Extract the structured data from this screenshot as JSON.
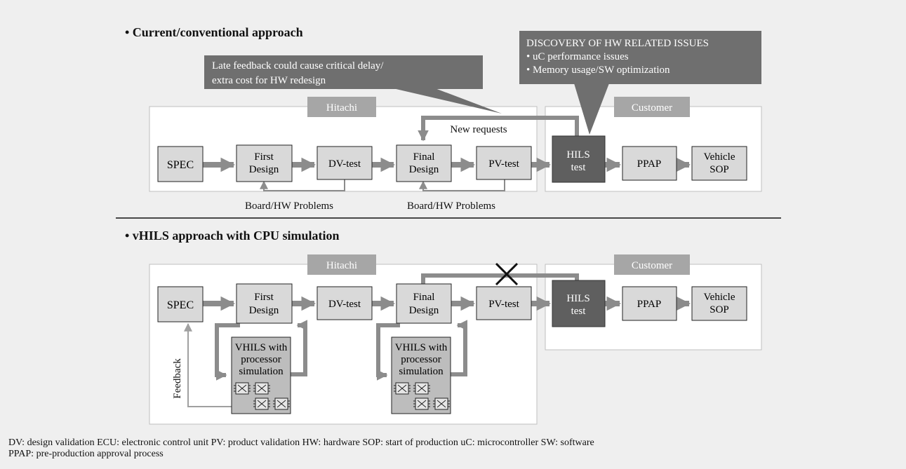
{
  "sections": {
    "conventional": {
      "heading": "• Current/conventional approach",
      "hitachi_label": "Hitachi",
      "customer_label": "Customer",
      "callout_late": [
        "Late feedback could cause critical delay/",
        "extra cost for HW redesign"
      ],
      "callout_discovery": [
        "DISCOVERY OF HW RELATED ISSUES",
        "• uC performance issues",
        "• Memory usage/SW optimization"
      ],
      "new_requests": "New requests",
      "board_problems_1": "Board/HW Problems",
      "board_problems_2": "Board/HW Problems",
      "steps": {
        "spec": [
          "SPEC"
        ],
        "first_design": [
          "First",
          "Design"
        ],
        "dv_test": [
          "DV-test"
        ],
        "final_design": [
          "Final",
          "Design"
        ],
        "pv_test": [
          "PV-test"
        ],
        "hils_test": [
          "HILS",
          "test"
        ],
        "ppap": [
          "PPAP"
        ],
        "vehicle_sop": [
          "Vehicle",
          "SOP"
        ]
      }
    },
    "vhils": {
      "heading": "• vHILS approach with CPU simulation",
      "hitachi_label": "Hitachi",
      "customer_label": "Customer",
      "feedback": "Feedback",
      "vhils_box_1": [
        "VHILS with",
        "processor",
        "simulation"
      ],
      "vhils_box_2": [
        "VHILS with",
        "processor",
        "simulation"
      ],
      "steps": {
        "spec": [
          "SPEC"
        ],
        "first_design": [
          "First",
          "Design"
        ],
        "dv_test": [
          "DV-test"
        ],
        "final_design": [
          "Final",
          "Design"
        ],
        "pv_test": [
          "PV-test"
        ],
        "hils_test": [
          "HILS",
          "test"
        ],
        "ppap": [
          "PPAP"
        ],
        "vehicle_sop": [
          "Vehicle",
          "SOP"
        ]
      }
    }
  },
  "footnote": {
    "line1": "DV: design validation   ECU: electronic control unit   PV: product validation   HW: hardware   SOP: start of production   uC: microcontroller   SW: software",
    "line2": "PPAP: pre-production approval process"
  },
  "colors": {
    "background": "#efefef",
    "process_box": "#d9d9d9",
    "hils_box": "#5f5f5f",
    "callout": "#6f6f6f",
    "region_label": "#a6a6a6",
    "arrow": "#8c8c8c",
    "feedback_arrow": "#a0a0a0"
  }
}
